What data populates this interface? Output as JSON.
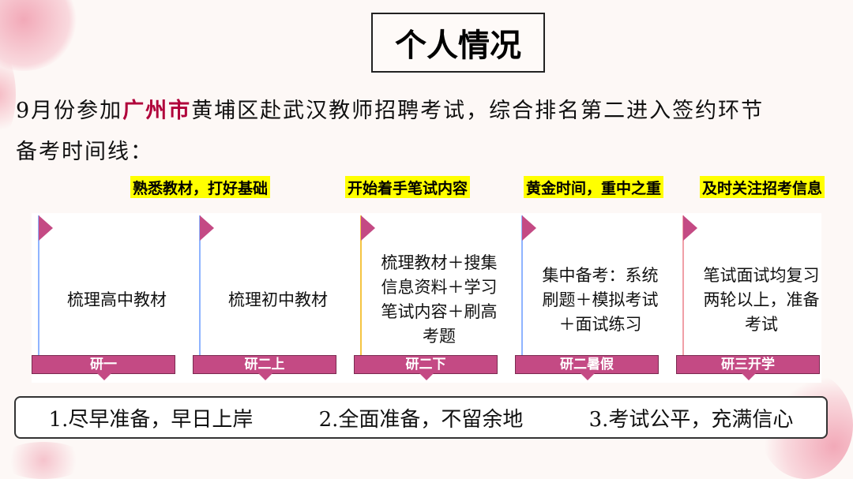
{
  "title": "个人情况",
  "intro": {
    "prefix": "9月份参加",
    "city": "广州市",
    "suffix": "黄埔区赴武汉教师招聘考试，综合排名第二进入签约环节"
  },
  "timeline_heading": "备考时间线：",
  "highlights": [
    "熟悉教材，打好基础",
    "开始着手笔试内容",
    "黄金时间，重中之重",
    "及时关注招考信息"
  ],
  "stages": [
    {
      "tab": "研一",
      "text": "梳理高中教材",
      "pole_color": "#8fb4ff"
    },
    {
      "tab": "研二上",
      "text": "梳理初中教材",
      "pole_color": "#8fb4ff"
    },
    {
      "tab": "研二下",
      "text": "梳理教材＋搜集信息资料＋学习笔试内容＋刷高考题",
      "pole_color": "#f5c542"
    },
    {
      "tab": "研二暑假",
      "text": "集中备考：系统刷题＋模拟考试＋面试练习",
      "pole_color": "#8fb4ff"
    },
    {
      "tab": "研三开学",
      "text": "笔试面试均复习两轮以上，准备考试",
      "pole_color": "#f0a0a8"
    }
  ],
  "mottos": [
    "1.尽早准备，早日上岸",
    "2.全面准备，不留余地",
    "3.考试公平，充满信心"
  ]
}
